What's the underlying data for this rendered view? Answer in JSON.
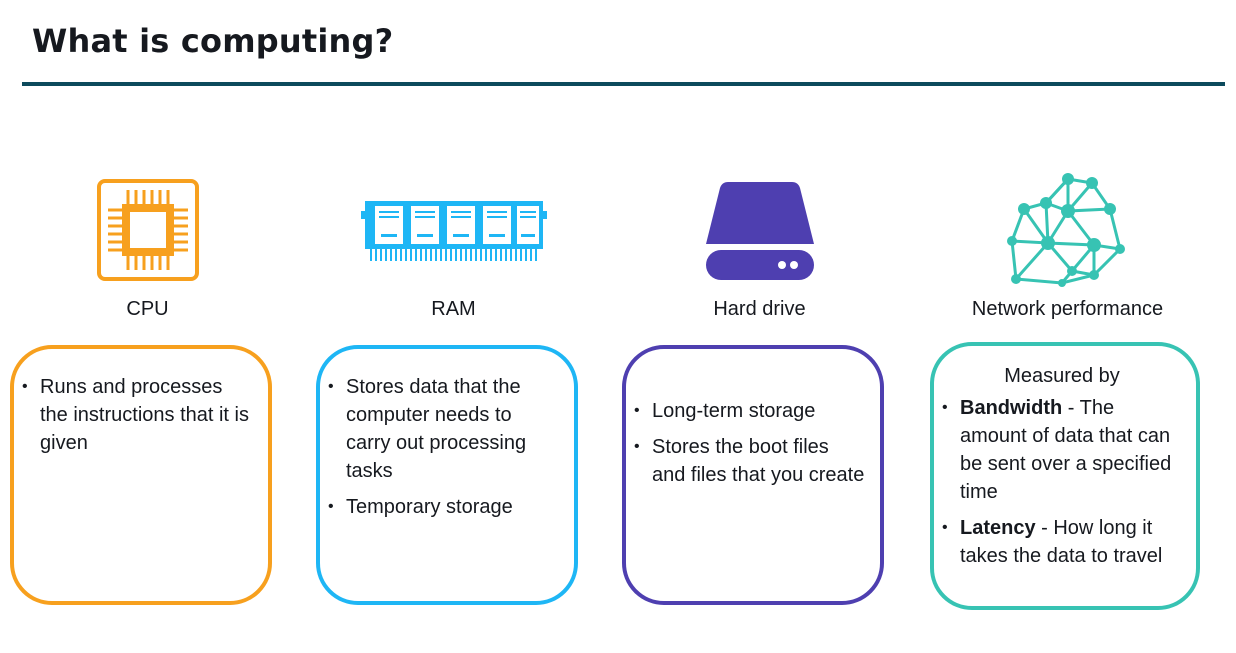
{
  "title": "What is computing?",
  "colors": {
    "rule": "#0c4a5c",
    "cpu": "#f7a01e",
    "ram": "#1eb6f5",
    "hard_drive": "#4e3fb0",
    "network": "#37c3b3"
  },
  "columns": [
    {
      "icon": "cpu-chip-icon",
      "label": "CPU",
      "items": [
        {
          "text": "Runs and processes the instructions that it is given"
        }
      ]
    },
    {
      "icon": "ram-module-icon",
      "label": "RAM",
      "items": [
        {
          "text": "Stores data that the computer needs to carry out processing tasks"
        },
        {
          "text": "Temporary storage"
        }
      ]
    },
    {
      "icon": "hard-drive-icon",
      "label": "Hard drive",
      "items": [
        {
          "text": "Long-term storage"
        },
        {
          "text": "Stores the boot files and files that you create"
        }
      ]
    },
    {
      "icon": "network-mesh-icon",
      "label": "Network performance",
      "heading": "Measured by",
      "items": [
        {
          "term": "Bandwidth",
          "text": " - The amount of data that can be sent over a specified time"
        },
        {
          "term": "Latency",
          "text": " - How long it takes the data to travel"
        }
      ]
    }
  ]
}
